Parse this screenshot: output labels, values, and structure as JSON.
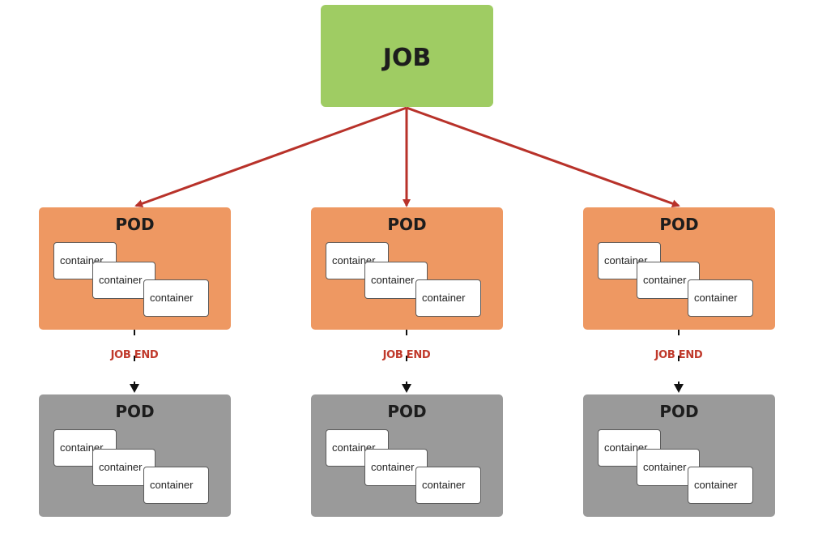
{
  "job": {
    "label": "JOB"
  },
  "columns": [
    {
      "pod_label": "POD",
      "containers": [
        "container",
        "container",
        "container"
      ],
      "end_label": "JOB END",
      "finished_pod_label": "POD",
      "finished_containers": [
        "container",
        "container",
        "container"
      ]
    },
    {
      "pod_label": "POD",
      "containers": [
        "container",
        "container",
        "container"
      ],
      "end_label": "JOB END",
      "finished_pod_label": "POD",
      "finished_containers": [
        "container",
        "container",
        "container"
      ]
    },
    {
      "pod_label": "POD",
      "containers": [
        "container",
        "container",
        "container"
      ],
      "end_label": "JOB END",
      "finished_pod_label": "POD",
      "finished_containers": [
        "container",
        "container",
        "container"
      ]
    }
  ],
  "colors": {
    "job": "#9fcc63",
    "pod_running": "#ee9862",
    "pod_finished": "#9a9a9a",
    "arrow_red": "#b8322a",
    "arrow_black": "#111111",
    "end_text": "#c0392b"
  }
}
